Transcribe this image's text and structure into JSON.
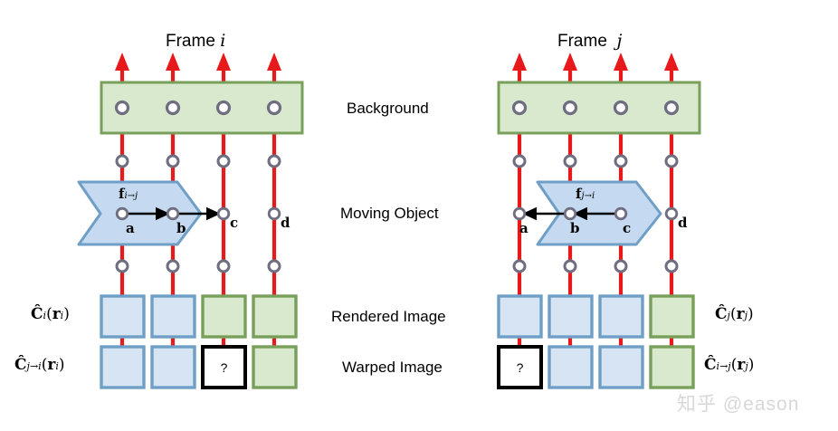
{
  "figure": {
    "title_left": "Frame",
    "title_left_index": "i",
    "title_right": "Frame",
    "title_right_index": "j",
    "watermark": "知乎 @eason"
  },
  "row_labels": {
    "background": "Background",
    "moving_object": "Moving Object",
    "rendered_image": "Rendered Image",
    "warped_image": "Warped Image"
  },
  "colors": {
    "ray_red": "#e8191b",
    "background_fill": "#d8e9cd",
    "background_stroke": "#78a05a",
    "object_fill": "#c5daf0",
    "object_stroke": "#6f9fc6",
    "blue_box_fill": "#d6e4f4",
    "blue_box_stroke": "#6f9fc6",
    "green_box_fill": "#d8e9cd",
    "green_box_stroke": "#78a05a",
    "unknown_box_stroke": "#000000",
    "unknown_box_fill": "#ffffff",
    "node_stroke": "#6e6e80",
    "node_fill": "#ffffff",
    "watermark": "#d8d8d8"
  },
  "left_panel": {
    "flow_label": {
      "symbol": "f",
      "from": "i",
      "to": "j",
      "arrow": "→"
    },
    "point_labels": [
      "a",
      "b",
      "c",
      "d"
    ],
    "rendered_label": {
      "hat": "Ĉ",
      "sub": "i",
      "arg_bold": "r",
      "arg_sub": "i"
    },
    "warped_label": {
      "hat": "Ĉ",
      "sub_from": "j",
      "sub_to": "i",
      "arg_bold": "r",
      "arg_sub": "i"
    },
    "rendered_boxes": [
      "blue",
      "blue",
      "green",
      "green"
    ],
    "warped_boxes": [
      "blue",
      "blue",
      "unknown",
      "green"
    ],
    "unknown_mark": "?",
    "flow_arrows": [
      {
        "from_point": "a",
        "to_point": "b"
      },
      {
        "from_point": "b",
        "to_point": "c"
      }
    ],
    "object_direction": "right"
  },
  "right_panel": {
    "flow_label": {
      "symbol": "f",
      "from": "j",
      "to": "i",
      "arrow": "→"
    },
    "point_labels": [
      "a",
      "b",
      "c",
      "d"
    ],
    "rendered_label": {
      "hat": "Ĉ",
      "sub": "j",
      "arg_bold": "r",
      "arg_sub": "j"
    },
    "warped_label": {
      "hat": "Ĉ",
      "sub_from": "i",
      "sub_to": "j",
      "arg_bold": "r",
      "arg_sub": "j"
    },
    "rendered_boxes": [
      "blue",
      "blue",
      "blue",
      "green"
    ],
    "warped_boxes": [
      "unknown",
      "blue",
      "blue",
      "green"
    ],
    "unknown_mark": "?",
    "flow_arrows": [
      {
        "from_point": "b",
        "to_point": "a"
      },
      {
        "from_point": "c",
        "to_point": "b"
      }
    ],
    "object_direction": "right"
  }
}
